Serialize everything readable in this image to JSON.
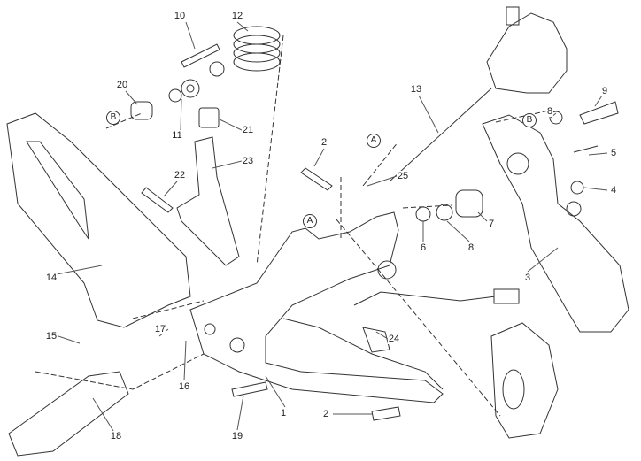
{
  "title": "Footrest assembly exploded parts diagram",
  "callouts": [
    {
      "id": "c10",
      "text": "10"
    },
    {
      "id": "c12",
      "text": "12"
    },
    {
      "id": "c20",
      "text": "20"
    },
    {
      "id": "c11",
      "text": "11"
    },
    {
      "id": "c21",
      "text": "21"
    },
    {
      "id": "c23",
      "text": "23"
    },
    {
      "id": "c22",
      "text": "22"
    },
    {
      "id": "c14",
      "text": "14"
    },
    {
      "id": "c15",
      "text": "15"
    },
    {
      "id": "c17",
      "text": "17"
    },
    {
      "id": "c16",
      "text": "16"
    },
    {
      "id": "c18",
      "text": "18"
    },
    {
      "id": "c19",
      "text": "19"
    },
    {
      "id": "c1",
      "text": "1"
    },
    {
      "id": "c2b",
      "text": "2"
    },
    {
      "id": "c24",
      "text": "24"
    },
    {
      "id": "c6",
      "text": "6"
    },
    {
      "id": "c8a",
      "text": "8"
    },
    {
      "id": "c7",
      "text": "7"
    },
    {
      "id": "c3",
      "text": "3"
    },
    {
      "id": "c4",
      "text": "4"
    },
    {
      "id": "c5",
      "text": "5"
    },
    {
      "id": "c9",
      "text": "9"
    },
    {
      "id": "c8b",
      "text": "8"
    },
    {
      "id": "c13",
      "text": "13"
    },
    {
      "id": "c2a",
      "text": "2"
    },
    {
      "id": "c25",
      "text": "25"
    }
  ],
  "markers": [
    {
      "id": "mB1",
      "text": "B"
    },
    {
      "id": "mB2",
      "text": "B"
    },
    {
      "id": "mA1",
      "text": "A"
    },
    {
      "id": "mA2",
      "text": "A"
    }
  ]
}
